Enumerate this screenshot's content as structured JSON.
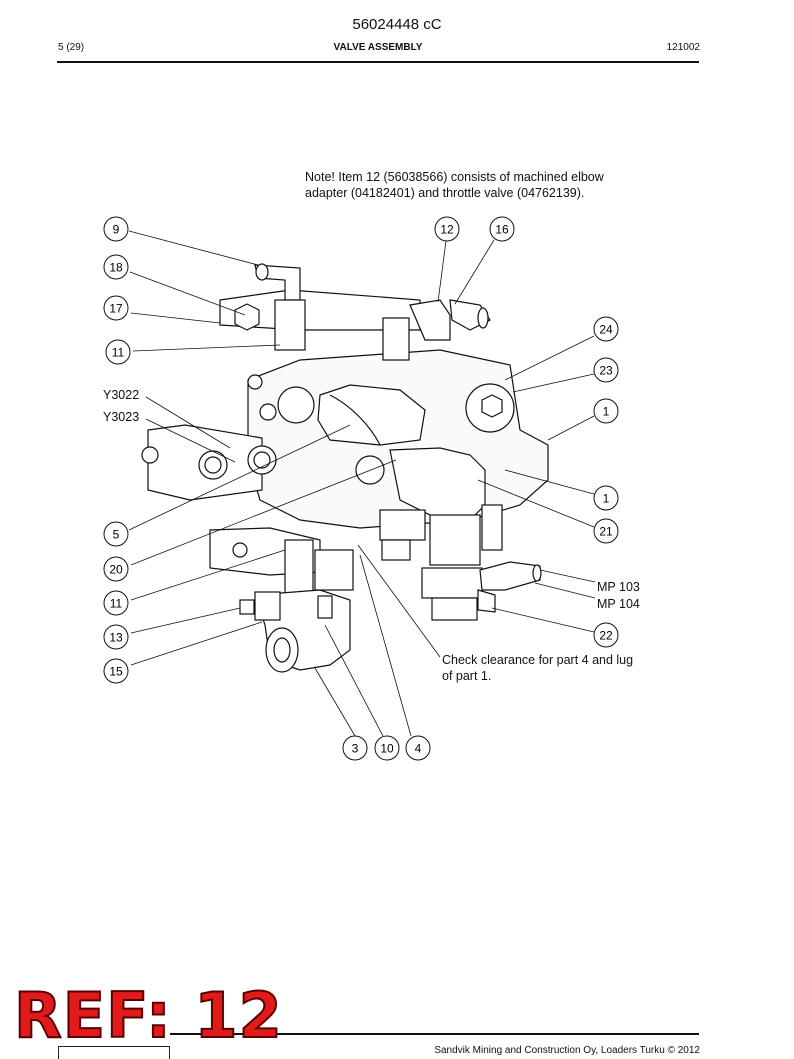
{
  "header": {
    "doc_number": "56024448 cC",
    "page": "5 (29)",
    "title": "VALVE ASSEMBLY",
    "date": "121002"
  },
  "notes": {
    "item12_note": "Note! Item 12 (56038566) consists of machined elbow adapter (04182401) and throttle valve (04762139).",
    "clearance_note": "Check clearance for part 4 and lug of part 1."
  },
  "callouts": [
    "9",
    "18",
    "17",
    "11",
    "5",
    "20",
    "11",
    "13",
    "15",
    "12",
    "16",
    "24",
    "23",
    "1",
    "1",
    "21",
    "22",
    "3",
    "10",
    "4"
  ],
  "code_labels": [
    "Y3022",
    "Y3023",
    "MP 103",
    "MP 104"
  ],
  "footer": {
    "text": "Sandvik Mining and Construction Oy, Loaders Turku © 2012"
  },
  "stamp": {
    "text": "REF: 12",
    "color": "#e11a1a"
  }
}
